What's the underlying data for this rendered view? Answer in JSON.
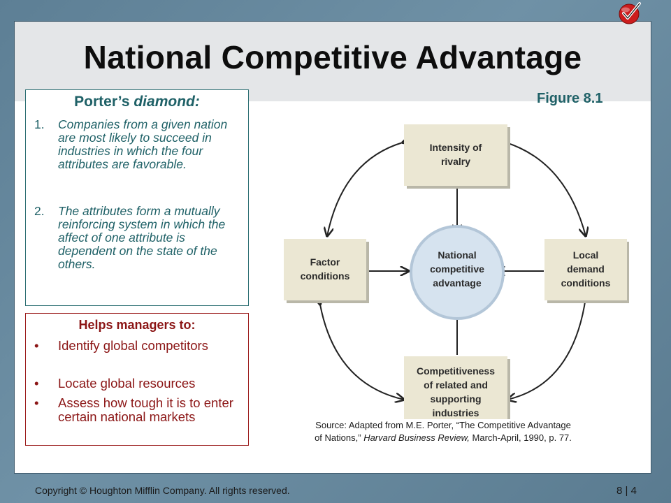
{
  "title": "National Competitive Advantage",
  "porter": {
    "heading_main": "Porter’s",
    "heading_italic": "diamond:",
    "items": [
      {
        "num": "1.",
        "text": "Companies from a given nation are most likely to succeed in industries in which the four attributes are favorable."
      },
      {
        "num": "2.",
        "text": "The attributes form a mutually reinforcing system in which the affect of one attribute is dependent on the state of the others."
      }
    ]
  },
  "helps": {
    "heading": "Helps managers to:",
    "bullet": "•",
    "items": [
      "Identify global competitors",
      "Locate global resources",
      "Assess how tough it is to enter certain national markets"
    ]
  },
  "figure": {
    "label": "Figure 8.1",
    "nodes": {
      "top": [
        "Intensity of",
        "rivalry"
      ],
      "left": [
        "Factor",
        "conditions"
      ],
      "right": [
        "Local",
        "demand",
        "conditions"
      ],
      "bottom": [
        "Competitiveness",
        "of related and",
        "supporting",
        "industries"
      ],
      "center": [
        "National",
        "competitive",
        "advantage"
      ]
    },
    "colors": {
      "box_fill": "#ebe7d3",
      "box_shadow": "#b9b7a8",
      "circle_fill": "#d6e3ef",
      "circle_stroke": "#b3c6d8",
      "arrow": "#222222"
    }
  },
  "source": {
    "line1": "Source:  Adapted from M.E.  Porter, “The Competitive Advantage",
    "line2_pre": "of Nations,”",
    "line2_italic": "Harvard Business Review,",
    "line2_post": "March-April, 1990, p. 77."
  },
  "footer": {
    "copyright": "Copyright © Houghton Mifflin Company. All rights reserved.",
    "page_number": "8 | 4"
  },
  "colors": {
    "teal_text": "#1f6167",
    "red_text": "#8b1515",
    "check_red": "#cc1d1d"
  }
}
